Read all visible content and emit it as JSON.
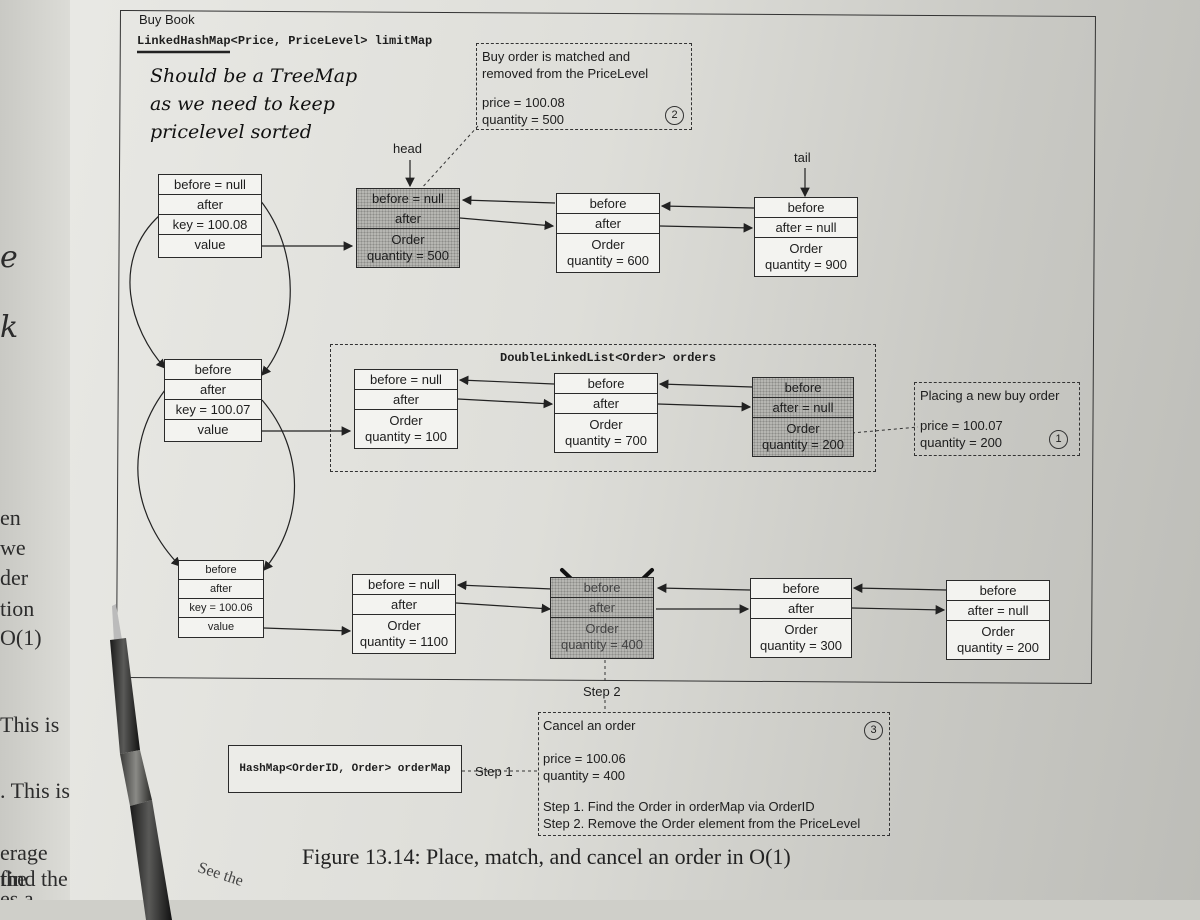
{
  "frame_title": "Buy Book",
  "limitmap_label": "LinkedHashMap<Price, PriceLevel> limitMap",
  "handwritten_note": [
    "Should be a TreeMap",
    "as we need to keep",
    "pricelevel sorted"
  ],
  "head_label": "head",
  "tail_label": "tail",
  "note_match": {
    "lines": [
      "Buy order is matched and",
      "removed from the PriceLevel"
    ],
    "price": "price = 100.08",
    "quantity": "quantity = 500",
    "num": "2"
  },
  "note_new": {
    "title": "Placing a new buy order",
    "price": "price = 100.07",
    "quantity": "quantity = 200",
    "num": "1"
  },
  "note_cancel": {
    "title": "Cancel an order",
    "price": "price = 100.06",
    "quantity": "quantity = 400",
    "step1": "Step 1. Find the Order in orderMap via OrderID",
    "step2": "Step 2. Remove the Order element from the PriceLevel",
    "num": "3"
  },
  "orders_label": "DoubleLinkedList<Order> orders",
  "ordermap_label": "HashMap<OrderID, Order> orderMap",
  "step1_label": "Step 1",
  "step2_label": "Step 2",
  "map_entries": [
    {
      "before": "before = null",
      "after": "after",
      "key": "key = 100.08",
      "value": "value"
    },
    {
      "before": "before",
      "after": "after",
      "key": "key = 100.07",
      "value": "value"
    },
    {
      "before": "before",
      "after": "after",
      "key": "key = 100.06",
      "value": "value"
    }
  ],
  "row1_orders": [
    {
      "before": "before = null",
      "after": "after",
      "order": "Order",
      "qty": "quantity = 500"
    },
    {
      "before": "before",
      "after": "after",
      "order": "Order",
      "qty": "quantity = 600"
    },
    {
      "before": "before",
      "after": "after = null",
      "order": "Order",
      "qty": "quantity = 900"
    }
  ],
  "row2_orders": [
    {
      "before": "before = null",
      "after": "after",
      "order": "Order",
      "qty": "quantity = 100"
    },
    {
      "before": "before",
      "after": "after",
      "order": "Order",
      "qty": "quantity = 700"
    },
    {
      "before": "before",
      "after": "after = null",
      "order": "Order",
      "qty": "quantity = 200"
    }
  ],
  "row3_orders": [
    {
      "before": "before = null",
      "after": "after",
      "order": "Order",
      "qty": "quantity = 1100"
    },
    {
      "before": "before",
      "after": "after",
      "order": "Order",
      "qty": "quantity = 400"
    },
    {
      "before": "before",
      "after": "after",
      "order": "Order",
      "qty": "quantity = 300"
    },
    {
      "before": "before",
      "after": "after = null",
      "order": "Order",
      "qty": "quantity = 200"
    }
  ],
  "caption": "Figure 13.14: Place, match, and cancel an order in O(1)",
  "margin_left": [
    "e",
    "k",
    "en",
    "we",
    "der",
    "tion",
    "O(1)",
    "This is",
    ". This is",
    "erage the",
    "find the",
    "es a"
  ],
  "bottom_left_text": "See the"
}
